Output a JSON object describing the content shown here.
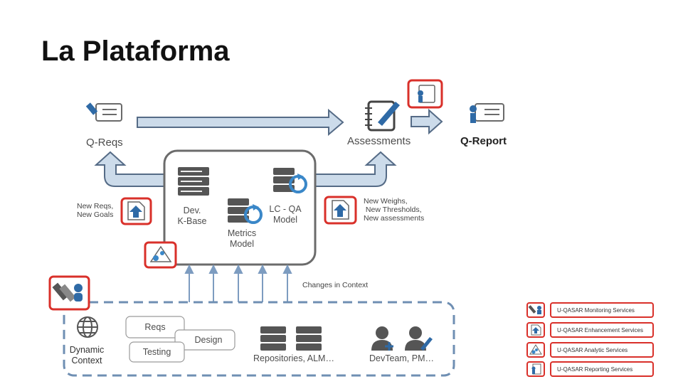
{
  "title": "La Plataforma",
  "nodes": {
    "q_reqs": "Q-Reqs",
    "assessments": "Assessments",
    "q_report": "Q-Report",
    "dev_kbase": "Dev.\nK-Base",
    "metrics_model": "Metrics\nModel",
    "lc_qa_model": "LC - QA\nModel",
    "dynamic_context": "Dynamic\nContext",
    "reqs": "Reqs",
    "design": "Design",
    "testing": "Testing",
    "repositories": "Repositories, ALM…",
    "devteam": "DevTeam, PM…"
  },
  "annotations": {
    "new_reqs": "New Reqs,\nNew Goals",
    "new_weighs": "New Weighs,\n New Thresholds,\nNew assessments",
    "changes_in_context": "Changes in Context"
  },
  "legend": [
    {
      "label": "U-QASAR Monitoring Services",
      "icon": "monitoring-icon"
    },
    {
      "label": "U-QASAR Enhancement Services",
      "icon": "enhancement-icon"
    },
    {
      "label": "U-QASAR Analytic Services",
      "icon": "analytic-icon"
    },
    {
      "label": "U-QASAR Reporting Services",
      "icon": "reporting-icon"
    }
  ],
  "colors": {
    "arrow_fill": "#ccdbea",
    "arrow_stroke": "#556b86",
    "service_red": "#d9302a",
    "icon_blue": "#2f6aa6",
    "dash_blue": "#6f8fb3"
  }
}
